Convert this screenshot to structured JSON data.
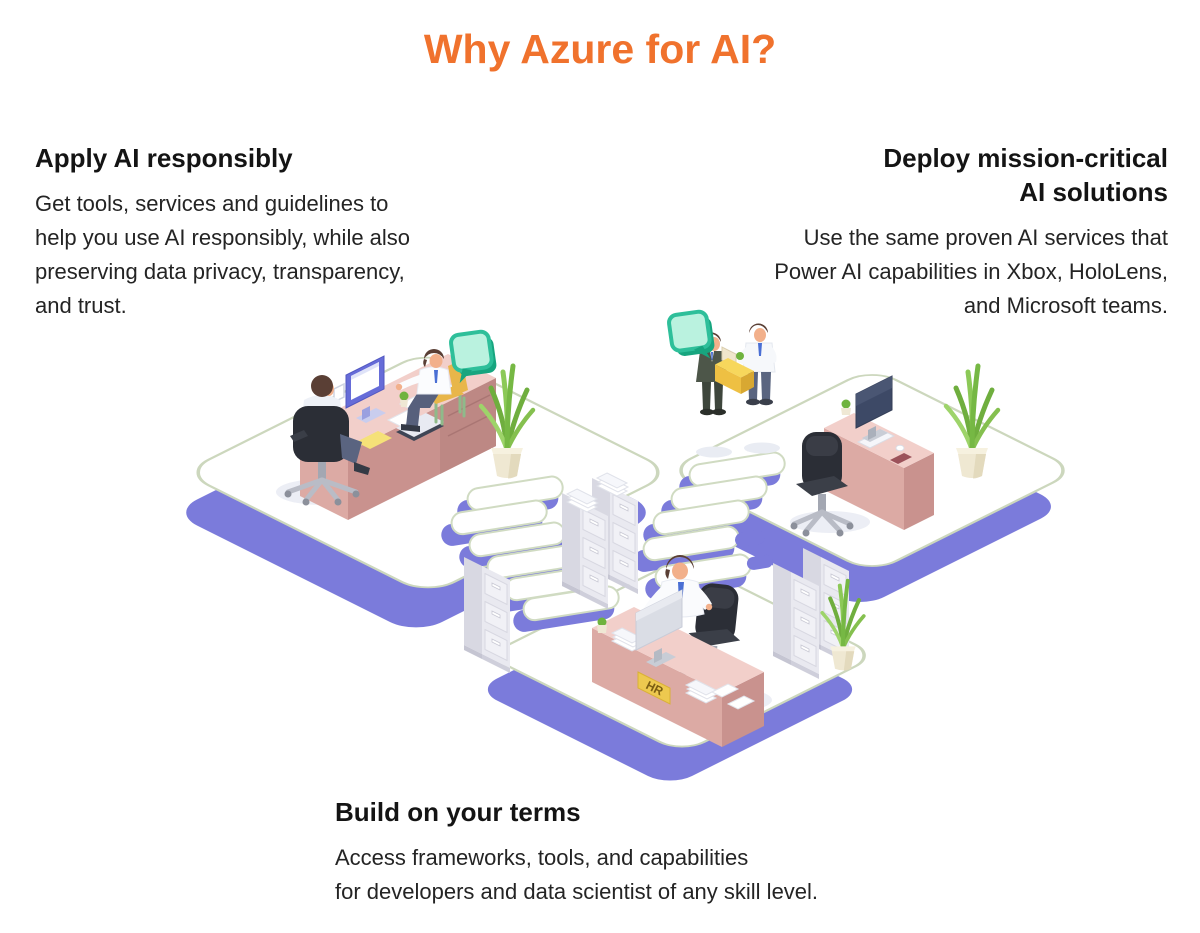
{
  "title": "Why Azure for AI?",
  "sections": {
    "apply": {
      "heading": "Apply AI responsibly",
      "body": "Get tools, services and guidelines to\nhelp you use AI responsibly, while also\npreserving data privacy, transparency,\nand trust."
    },
    "deploy": {
      "heading": "Deploy mission-critical\nAI solutions",
      "body": "Use the same proven AI services that\nPower AI capabilities in  Xbox, HoloLens,\nand Microsoft teams."
    },
    "build": {
      "heading": "Build on your terms",
      "body": "Access frameworks, tools, and capabilities\nfor developers and data scientist of any skill level."
    }
  },
  "illustration": {
    "hr_sign_label": "HR",
    "colors": {
      "accent_orange": "#F0722D",
      "platform_purple": "#7B7BDB",
      "platform_edge_green": "#CCD7BD",
      "bubble_teal": "#2EBF9A",
      "desk_rose": "#F2CFCA"
    }
  }
}
